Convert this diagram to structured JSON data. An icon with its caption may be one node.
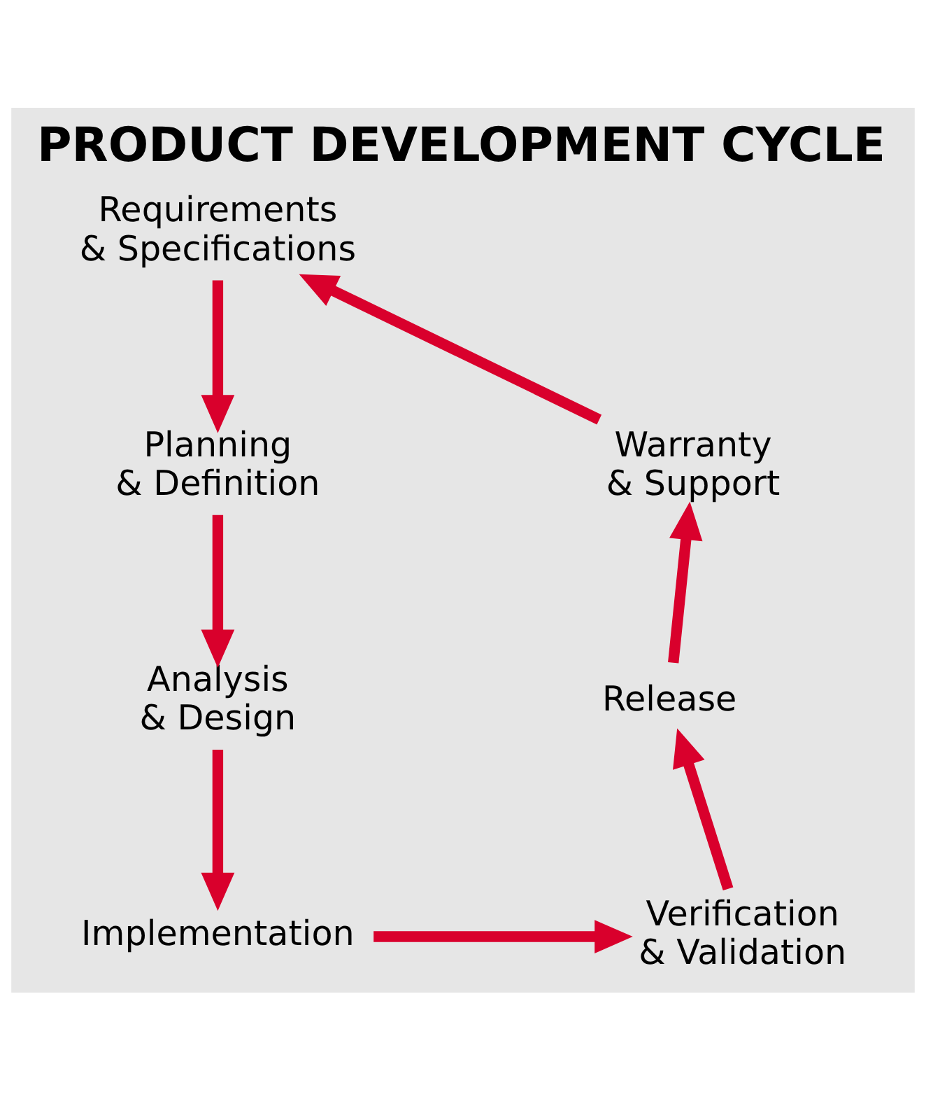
{
  "diagram": {
    "title": "PRODUCT DEVELOPMENT CYCLE",
    "nodes": [
      {
        "text": [
          "Requirements & Specifications"
        ]
      },
      {
        "text": [
          "Planning & Definition"
        ]
      },
      {
        "text": [
          "Analysis & Design"
        ]
      },
      {
        "text": [
          "Implementation"
        ]
      },
      {
        "text": [
          "Verification & Validation"
        ]
      },
      {
        "text": [
          "Release"
        ]
      },
      {
        "text": [
          "Warranty & Support"
        ]
      }
    ],
    "edges": [
      {
        "from": 0,
        "to": 1,
        "arrow": "to"
      },
      {
        "from": 1,
        "to": 2,
        "arrow": "to"
      },
      {
        "from": 2,
        "to": 3,
        "arrow": "to"
      },
      {
        "from": 3,
        "to": 4,
        "arrow": "to"
      },
      {
        "from": 4,
        "to": 5,
        "arrow": "to"
      },
      {
        "from": 5,
        "to": 6,
        "arrow": "to"
      },
      {
        "from": 6,
        "to": 0,
        "arrow": "to"
      }
    ]
  }
}
